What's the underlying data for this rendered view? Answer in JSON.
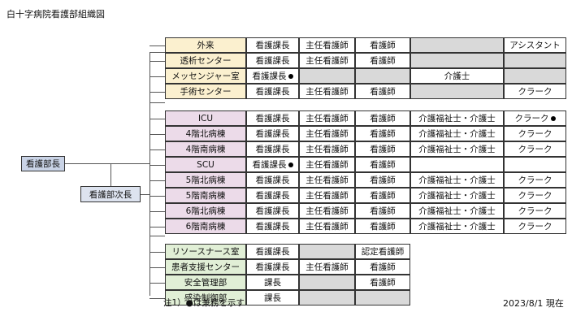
{
  "title": "白十字病院看護部組織図",
  "director": "看護部長",
  "deputy": "看護部次長",
  "colors": {
    "group1": "#fbf0cf",
    "group2": "#ecdbe9",
    "group3": "#e1efd6",
    "director": "#c9d3e6",
    "deputy": "#dde3ef",
    "gray": "#d9d9d9",
    "white": "#ffffff"
  },
  "groups": [
    {
      "color_key": "group1",
      "rows": [
        {
          "dept": "外来",
          "cells": [
            {
              "text": "看護課長",
              "fill": "white",
              "dot": false
            },
            {
              "text": "主任看護師",
              "fill": "white",
              "dot": false
            },
            {
              "text": "看護師",
              "fill": "white",
              "dot": false
            },
            {
              "text": "",
              "fill": "gray",
              "dot": false
            },
            {
              "text": "アシスタント",
              "fill": "white",
              "dot": false
            }
          ]
        },
        {
          "dept": "透析センター",
          "cells": [
            {
              "text": "看護課長",
              "fill": "white",
              "dot": false
            },
            {
              "text": "主任看護師",
              "fill": "white",
              "dot": false
            },
            {
              "text": "看護師",
              "fill": "white",
              "dot": false
            },
            {
              "text": "",
              "fill": "gray",
              "dot": false
            },
            {
              "text": "",
              "fill": "gray",
              "dot": false
            }
          ]
        },
        {
          "dept": "メッセンジャー室",
          "cells": [
            {
              "text": "看護課長",
              "fill": "white",
              "dot": true
            },
            {
              "text": "",
              "fill": "gray",
              "dot": false
            },
            {
              "text": "",
              "fill": "gray",
              "dot": false
            },
            {
              "text": "介護士",
              "fill": "white",
              "dot": false
            },
            {
              "text": "",
              "fill": "gray",
              "dot": false
            }
          ]
        },
        {
          "dept": "手術センター",
          "cells": [
            {
              "text": "看護課長",
              "fill": "white",
              "dot": false
            },
            {
              "text": "主任看護師",
              "fill": "white",
              "dot": false
            },
            {
              "text": "看護師",
              "fill": "white",
              "dot": false
            },
            {
              "text": "",
              "fill": "gray",
              "dot": false
            },
            {
              "text": "クラーク",
              "fill": "white",
              "dot": false
            }
          ]
        }
      ]
    },
    {
      "color_key": "group2",
      "rows": [
        {
          "dept": "ICU",
          "cells": [
            {
              "text": "看護課長",
              "fill": "white",
              "dot": false
            },
            {
              "text": "主任看護師",
              "fill": "white",
              "dot": false
            },
            {
              "text": "看護師",
              "fill": "white",
              "dot": false
            },
            {
              "text": "介護福祉士・介護士",
              "fill": "white",
              "dot": false
            },
            {
              "text": "クラーク",
              "fill": "white",
              "dot": true
            }
          ]
        },
        {
          "dept": "4階北病棟",
          "cells": [
            {
              "text": "看護課長",
              "fill": "white",
              "dot": false
            },
            {
              "text": "主任看護師",
              "fill": "white",
              "dot": false
            },
            {
              "text": "看護師",
              "fill": "white",
              "dot": false
            },
            {
              "text": "介護福祉士・介護士",
              "fill": "white",
              "dot": false
            },
            {
              "text": "クラーク",
              "fill": "white",
              "dot": false
            }
          ]
        },
        {
          "dept": "4階南病棟",
          "cells": [
            {
              "text": "看護課長",
              "fill": "white",
              "dot": false
            },
            {
              "text": "主任看護師",
              "fill": "white",
              "dot": false
            },
            {
              "text": "看護師",
              "fill": "white",
              "dot": false
            },
            {
              "text": "介護福祉士・介護士",
              "fill": "white",
              "dot": false
            },
            {
              "text": "クラーク",
              "fill": "white",
              "dot": false
            }
          ]
        },
        {
          "dept": "SCU",
          "cells": [
            {
              "text": "看護課長",
              "fill": "white",
              "dot": true
            },
            {
              "text": "主任看護師",
              "fill": "white",
              "dot": false
            },
            {
              "text": "看護師",
              "fill": "white",
              "dot": false
            },
            {
              "text": "",
              "fill": "white",
              "dot": false
            },
            {
              "text": "",
              "fill": "white",
              "dot": false
            }
          ]
        },
        {
          "dept": "5階北病棟",
          "cells": [
            {
              "text": "看護課長",
              "fill": "white",
              "dot": false
            },
            {
              "text": "主任看護師",
              "fill": "white",
              "dot": false
            },
            {
              "text": "看護師",
              "fill": "white",
              "dot": false
            },
            {
              "text": "介護福祉士・介護士",
              "fill": "white",
              "dot": false
            },
            {
              "text": "クラーク",
              "fill": "white",
              "dot": false
            }
          ]
        },
        {
          "dept": "5階南病棟",
          "cells": [
            {
              "text": "看護課長",
              "fill": "white",
              "dot": false
            },
            {
              "text": "主任看護師",
              "fill": "white",
              "dot": false
            },
            {
              "text": "看護師",
              "fill": "white",
              "dot": false
            },
            {
              "text": "介護福祉士・介護士",
              "fill": "white",
              "dot": false
            },
            {
              "text": "クラーク",
              "fill": "white",
              "dot": false
            }
          ]
        },
        {
          "dept": "6階北病棟",
          "cells": [
            {
              "text": "看護課長",
              "fill": "white",
              "dot": false
            },
            {
              "text": "主任看護師",
              "fill": "white",
              "dot": false
            },
            {
              "text": "看護師",
              "fill": "white",
              "dot": false
            },
            {
              "text": "介護福祉士・介護士",
              "fill": "white",
              "dot": false
            },
            {
              "text": "クラーク",
              "fill": "white",
              "dot": false
            }
          ]
        },
        {
          "dept": "6階南病棟",
          "cells": [
            {
              "text": "看護課長",
              "fill": "white",
              "dot": false
            },
            {
              "text": "主任看護師",
              "fill": "white",
              "dot": false
            },
            {
              "text": "看護師",
              "fill": "white",
              "dot": false
            },
            {
              "text": "介護福祉士・介護士",
              "fill": "white",
              "dot": false
            },
            {
              "text": "クラーク",
              "fill": "white",
              "dot": false
            }
          ]
        }
      ]
    },
    {
      "color_key": "group3",
      "rows": [
        {
          "dept": "リソースナース室",
          "cells": [
            {
              "text": "看護課長",
              "fill": "white",
              "dot": false
            },
            {
              "text": "",
              "fill": "gray",
              "dot": false
            },
            {
              "text": "認定看護師",
              "fill": "white",
              "dot": false
            }
          ]
        },
        {
          "dept": "患者支援センター",
          "cells": [
            {
              "text": "看護課長",
              "fill": "white",
              "dot": false
            },
            {
              "text": "主任看護師",
              "fill": "white",
              "dot": false
            },
            {
              "text": "看護師",
              "fill": "white",
              "dot": false
            }
          ]
        },
        {
          "dept": "安全管理部",
          "cells": [
            {
              "text": "課長",
              "fill": "white",
              "dot": false
            },
            {
              "text": "",
              "fill": "gray",
              "dot": false
            },
            {
              "text": "看護師",
              "fill": "white",
              "dot": false
            }
          ]
        },
        {
          "dept": "感染制御部",
          "cells": [
            {
              "text": "課長",
              "fill": "white",
              "dot": false
            },
            {
              "text": "",
              "fill": "gray",
              "dot": false
            },
            {
              "text": "",
              "fill": "gray",
              "dot": false
            }
          ]
        }
      ]
    }
  ],
  "note": "注1）●は兼務を示す",
  "date": "2023/8/1 現在"
}
